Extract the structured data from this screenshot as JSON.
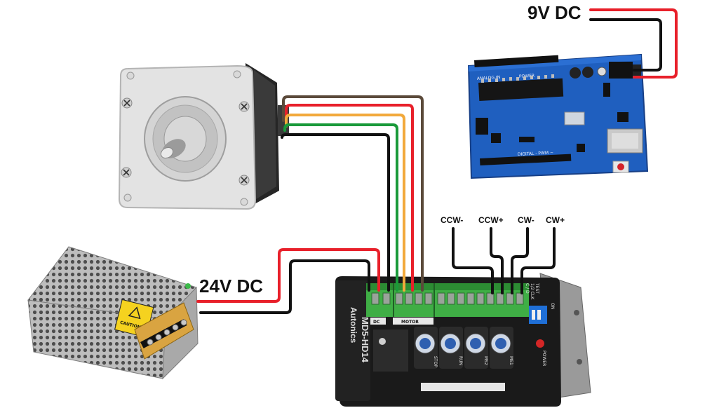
{
  "labels": {
    "arduino_power": "9V DC",
    "psu_power": "24V DC",
    "ccw_minus": "CCW-",
    "ccw_plus": "CCW+",
    "cw_minus": "CW-",
    "cw_plus": "CW+"
  },
  "driver": {
    "brand": "Autonics",
    "model": "MD5-HD14",
    "section_dc": "DC",
    "section_motor": "MOTOR",
    "test_label": "TEST",
    "mode_label": "1/2 CLK",
    "cd_label": "C / D",
    "on_label": "ON",
    "pot_labels": [
      "STOP",
      "RUN",
      "MS2",
      "MS1"
    ],
    "power_label": "POWER"
  },
  "arduino": {
    "power_header": "POWER",
    "analog_header": "ANALOG IN",
    "digital_header": "DIGITAL - PWM ~"
  },
  "psu": {
    "caution_label": "CAUTION !"
  },
  "wire_colors": {
    "red": "#e8202a",
    "black": "#111111",
    "brown": "#5b4a3a",
    "orange": "#f2a93b",
    "green": "#1a9a3a"
  }
}
